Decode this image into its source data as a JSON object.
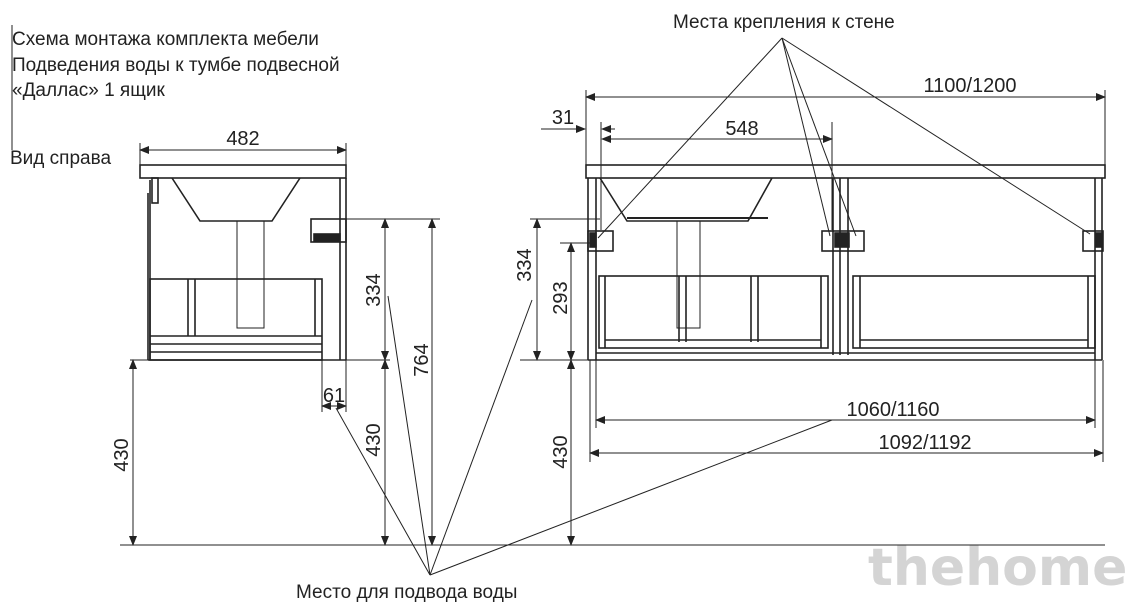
{
  "title_lines": [
    "Схема монтажа комплекта мебели",
    "Подведения воды к тумбе подвесной",
    "«Даллас» 1 ящик"
  ],
  "side_view_label": "Вид справа",
  "wall_mount_label": "Места крепления к стене",
  "water_supply_label": "Место для подвода воды",
  "dimensions": {
    "side_width": "482",
    "side_334": "334",
    "side_764": "764",
    "side_430_left": "430",
    "side_430_right": "430",
    "side_61": "61",
    "front_total_width": "1100/1200",
    "front_31": "31",
    "front_548": "548",
    "front_334": "334",
    "front_293": "293",
    "front_430": "430",
    "front_1060": "1060/1160",
    "front_1092": "1092/1192"
  },
  "watermark": "thehome"
}
